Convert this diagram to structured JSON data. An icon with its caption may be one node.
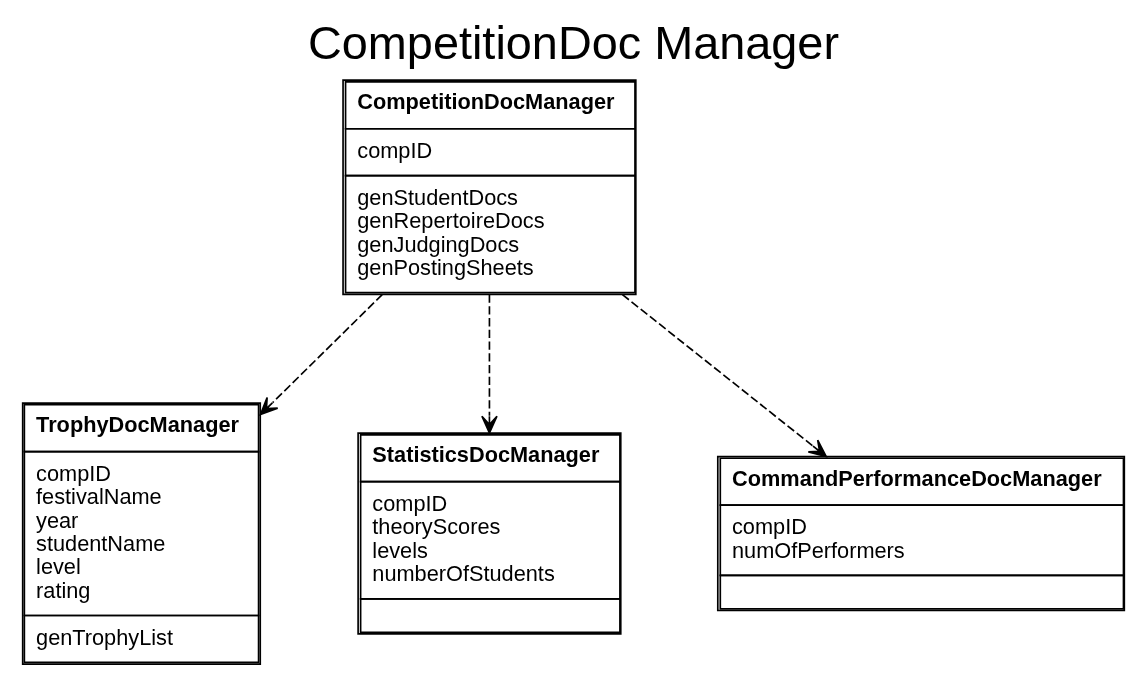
{
  "diagram": {
    "title": "CompetitionDoc Manager",
    "nodes": [
      {
        "text": [
          "CompetitionDocManager",
          "compID",
          "genStudentDocs genRepertoireDocs genJudgingDocs genPostingSheets"
        ]
      },
      {
        "text": [
          "TrophyDocManager",
          "compID festivalName year studentName level rating",
          "genTrophyList"
        ]
      },
      {
        "text": [
          "StatisticsDocManager",
          "compID theoryScores levels numberOfStudents"
        ]
      },
      {
        "text": [
          "CommandPerformanceDocManager",
          "compID numOfPerformers"
        ]
      }
    ],
    "edges": [
      {
        "from": 0,
        "to": 1,
        "arrow": "to",
        "style": "dashed"
      },
      {
        "from": 0,
        "to": 2,
        "arrow": "to",
        "style": "dashed"
      },
      {
        "from": 0,
        "to": 3,
        "arrow": "to",
        "style": "dashed"
      }
    ]
  }
}
